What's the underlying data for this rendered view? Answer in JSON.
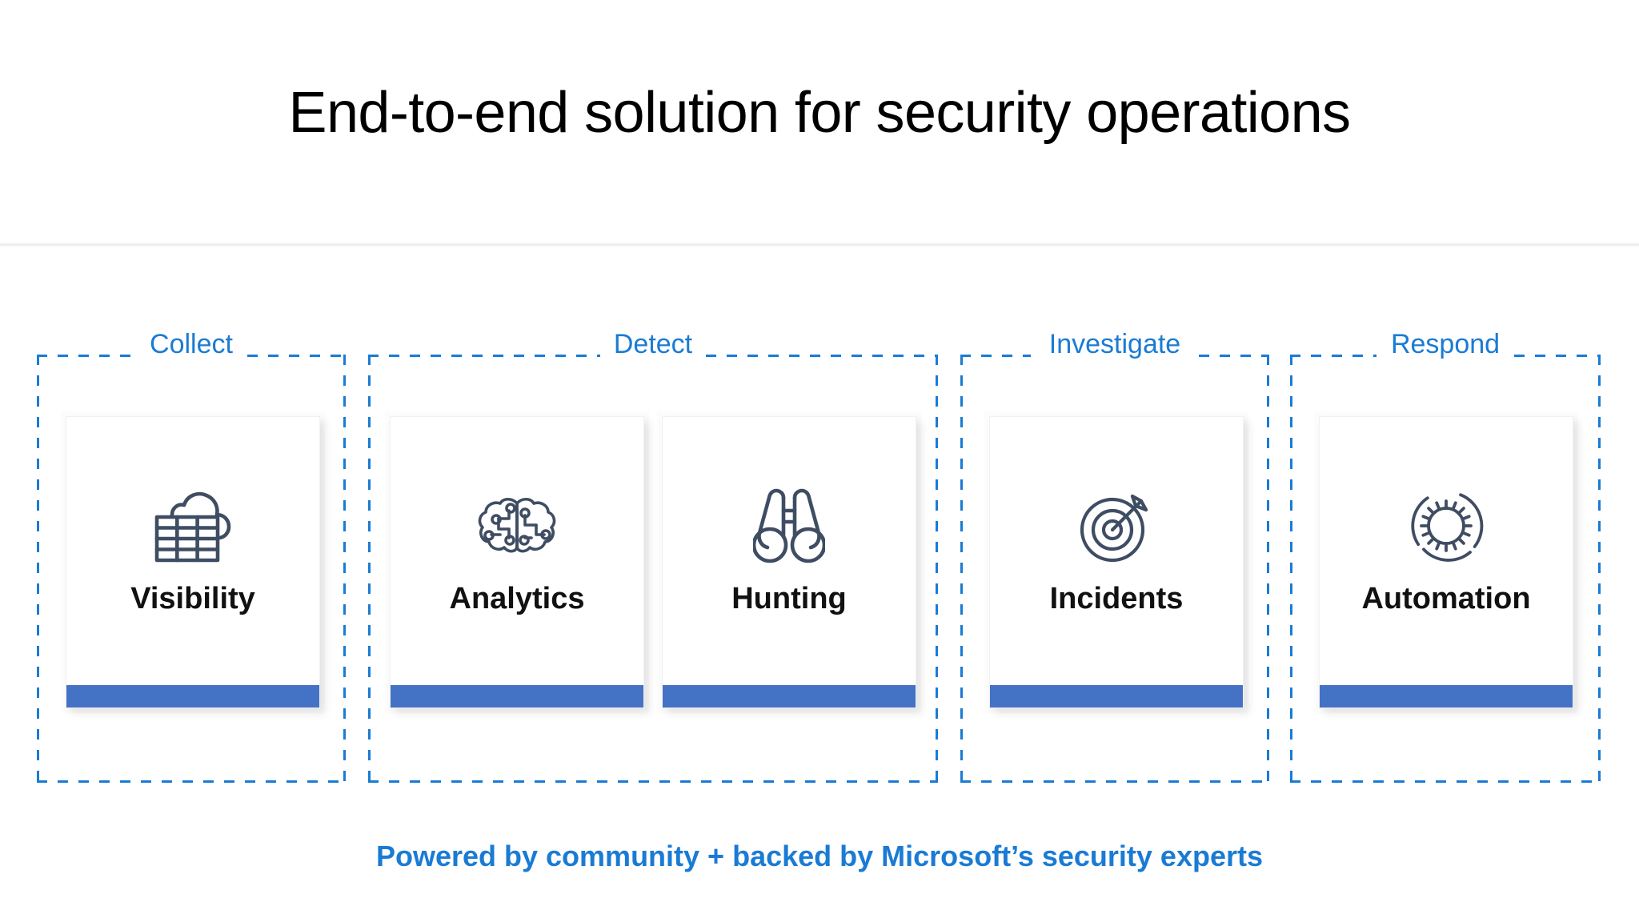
{
  "header": {
    "title": "End-to-end solution for security operations"
  },
  "colors": {
    "accent_blue": "#1a7bd4",
    "card_bar_blue": "#4472c4",
    "icon_stroke": "#3f4d63",
    "title_black": "#000000",
    "card_background": "#ffffff",
    "slide_background": "#ffffff"
  },
  "groups": [
    {
      "label": "Collect",
      "cards": [
        {
          "label": "Visibility",
          "icon": "cloud-table-icon"
        }
      ]
    },
    {
      "label": "Detect",
      "cards": [
        {
          "label": "Analytics",
          "icon": "brain-circuit-icon"
        },
        {
          "label": "Hunting",
          "icon": "binoculars-icon"
        }
      ]
    },
    {
      "label": "Investigate",
      "cards": [
        {
          "label": "Incidents",
          "icon": "target-arrow-icon"
        }
      ]
    },
    {
      "label": "Respond",
      "cards": [
        {
          "label": "Automation",
          "icon": "gear-dashed-ring-icon"
        }
      ]
    }
  ],
  "footer": {
    "text": "Powered by community + backed by Microsoft’s security experts"
  }
}
